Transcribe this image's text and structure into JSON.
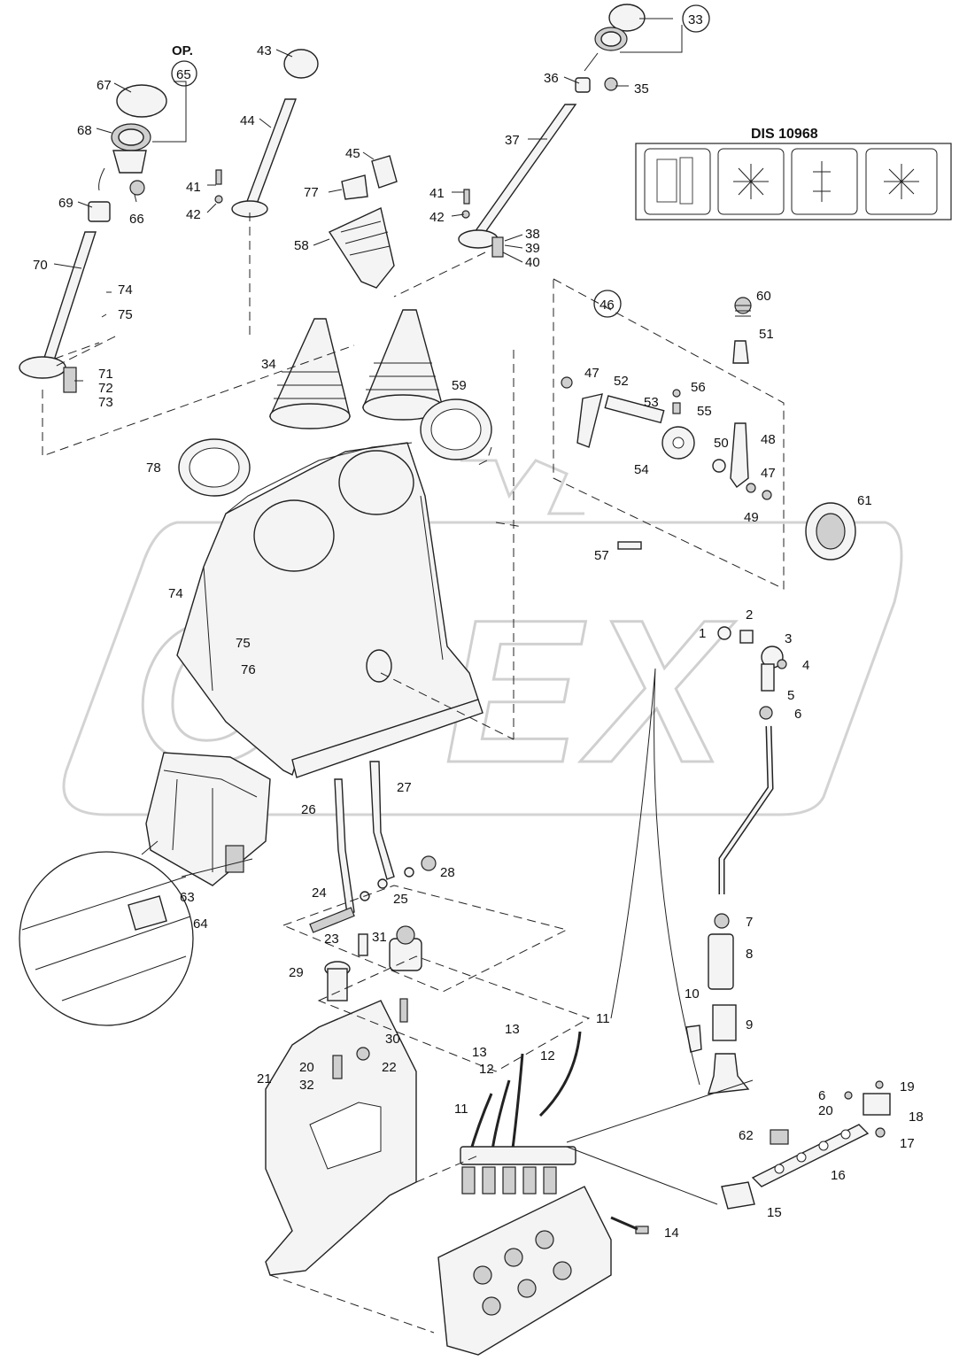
{
  "diagram": {
    "header": {
      "op_label": "OP.",
      "circled_65": "65",
      "circled_33": "33",
      "circled_46": "46"
    },
    "decal_title": "DIS 10968",
    "watermark": "OPEX",
    "callouts": {
      "n1": "1",
      "n2": "2",
      "n3": "3",
      "n4": "4",
      "n5": "5",
      "n6": "6",
      "n6b": "6",
      "n7": "7",
      "n8": "8",
      "n9": "9",
      "n10": "10",
      "n11a": "11",
      "n11b": "11",
      "n12a": "12",
      "n12b": "12",
      "n13a": "13",
      "n13b": "13",
      "n14": "14",
      "n15": "15",
      "n16": "16",
      "n17": "17",
      "n18": "18",
      "n19": "19",
      "n20a": "20",
      "n20b": "20",
      "n21": "21",
      "n22": "22",
      "n23": "23",
      "n24": "24",
      "n25": "25",
      "n26": "26",
      "n27": "27",
      "n28": "28",
      "n29": "29",
      "n30": "30",
      "n31": "31",
      "n32": "32",
      "n34": "34",
      "n35": "35",
      "n36": "36",
      "n37": "37",
      "n38": "38",
      "n39": "39",
      "n40": "40",
      "n41a": "41",
      "n41b": "41",
      "n42a": "42",
      "n42b": "42",
      "n43": "43",
      "n44": "44",
      "n45": "45",
      "n47a": "47",
      "n47b": "47",
      "n48": "48",
      "n49": "49",
      "n50": "50",
      "n51": "51",
      "n52": "52",
      "n53": "53",
      "n54": "54",
      "n55": "55",
      "n56": "56",
      "n57": "57",
      "n58": "58",
      "n59": "59",
      "n60": "60",
      "n61": "61",
      "n62": "62",
      "n63": "63",
      "n64": "64",
      "n66": "66",
      "n67": "67",
      "n68": "68",
      "n69": "69",
      "n70": "70",
      "n71": "71",
      "n72": "72",
      "n73": "73",
      "n74a": "74",
      "n74b": "74",
      "n75a": "75",
      "n75b": "75",
      "n76": "76",
      "n77": "77",
      "n78": "78"
    }
  }
}
